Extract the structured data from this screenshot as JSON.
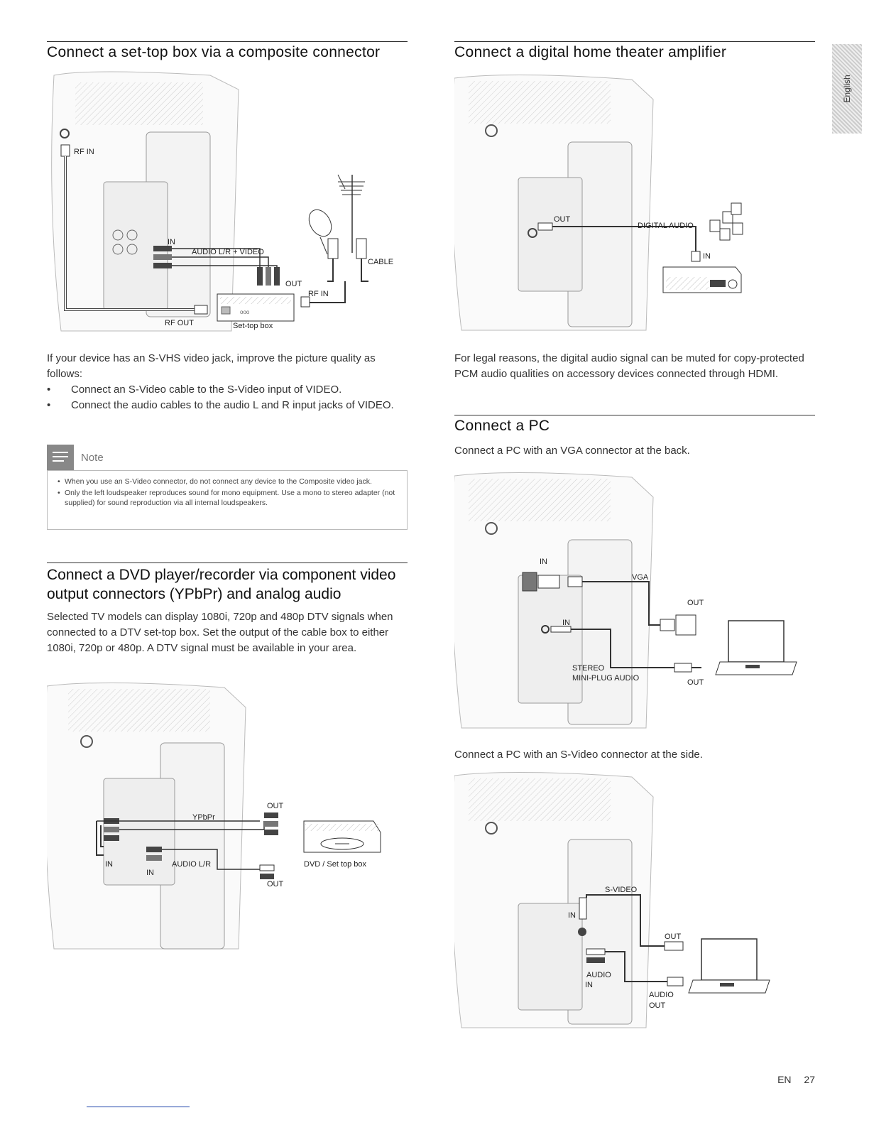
{
  "sections": {
    "composite": {
      "title": "Connect a set-top box via a composite connector",
      "labels": {
        "rf_in_tv": "RF IN",
        "in": "IN",
        "audio_video": "AUDIO L/R + VIDEO",
        "out": "OUT",
        "rf_in_box": "RF IN",
        "cable": "CABLE",
        "rf_out": "RF OUT",
        "settop": "Set-top box"
      },
      "intro": "If your device has an S-VHS video jack, improve the picture quality as follows:",
      "bullets": [
        "Connect an S-Video cable to the S-Video input of VIDEO.",
        "Connect the audio cables to the audio L and R input jacks of VIDEO."
      ],
      "note": {
        "heading": "Note",
        "items": [
          "When you use an S-Video connector, do not connect any device to the Composite video jack.",
          "Only the left loudspeaker reproduces sound for mono equipment. Use a mono to stereo adapter (not supplied) for sound reproduction via all internal loudspeakers."
        ]
      }
    },
    "component": {
      "title_line1": "Connect a DVD player/recorder via component video",
      "title_line2": "output connectors (YPbPr) and analog audio",
      "body": "Selected TV models can display 1080i, 720p and 480p DTV signals when connected to a DTV set-top box. Set the output of the cable box to either 1080i, 720p or 480p. A DTV signal must be available in your area.",
      "labels": {
        "ypbpr": "YPbPr",
        "out_top": "OUT",
        "in_left": "IN",
        "audio_lr": "AUDIO L/R",
        "in_audio": "IN",
        "out_bottom": "OUT",
        "dvd": "DVD / Set top box"
      }
    },
    "amplifier": {
      "title": "Connect a digital home theater amplifier",
      "labels": {
        "out": "OUT",
        "digital_audio": "DIGITAL AUDIO",
        "in": "IN"
      },
      "body": "For legal reasons, the digital audio signal can be muted for copy-protected PCM audio qualities on accessory devices connected through HDMI."
    },
    "pc": {
      "title": "Connect a PC",
      "vga_text": "Connect a PC with an VGA connector at the back.",
      "vga_labels": {
        "in_vga": "IN",
        "vga": "VGA",
        "out_vga": "OUT",
        "in_audio": "IN",
        "stereo": "STEREO",
        "mini_plug": "MINI-PLUG AUDIO",
        "out_audio": "OUT"
      },
      "svideo_text": "Connect a PC with an S-Video connector at the side.",
      "svideo_labels": {
        "svideo": "S-VIDEO",
        "in_svideo": "IN",
        "out": "OUT",
        "audio_in": "AUDIO",
        "in_audio": "IN",
        "audio_out": "AUDIO",
        "out_audio": "OUT"
      }
    }
  },
  "side_tab": "English",
  "footer": {
    "lang": "EN",
    "page": "27"
  }
}
